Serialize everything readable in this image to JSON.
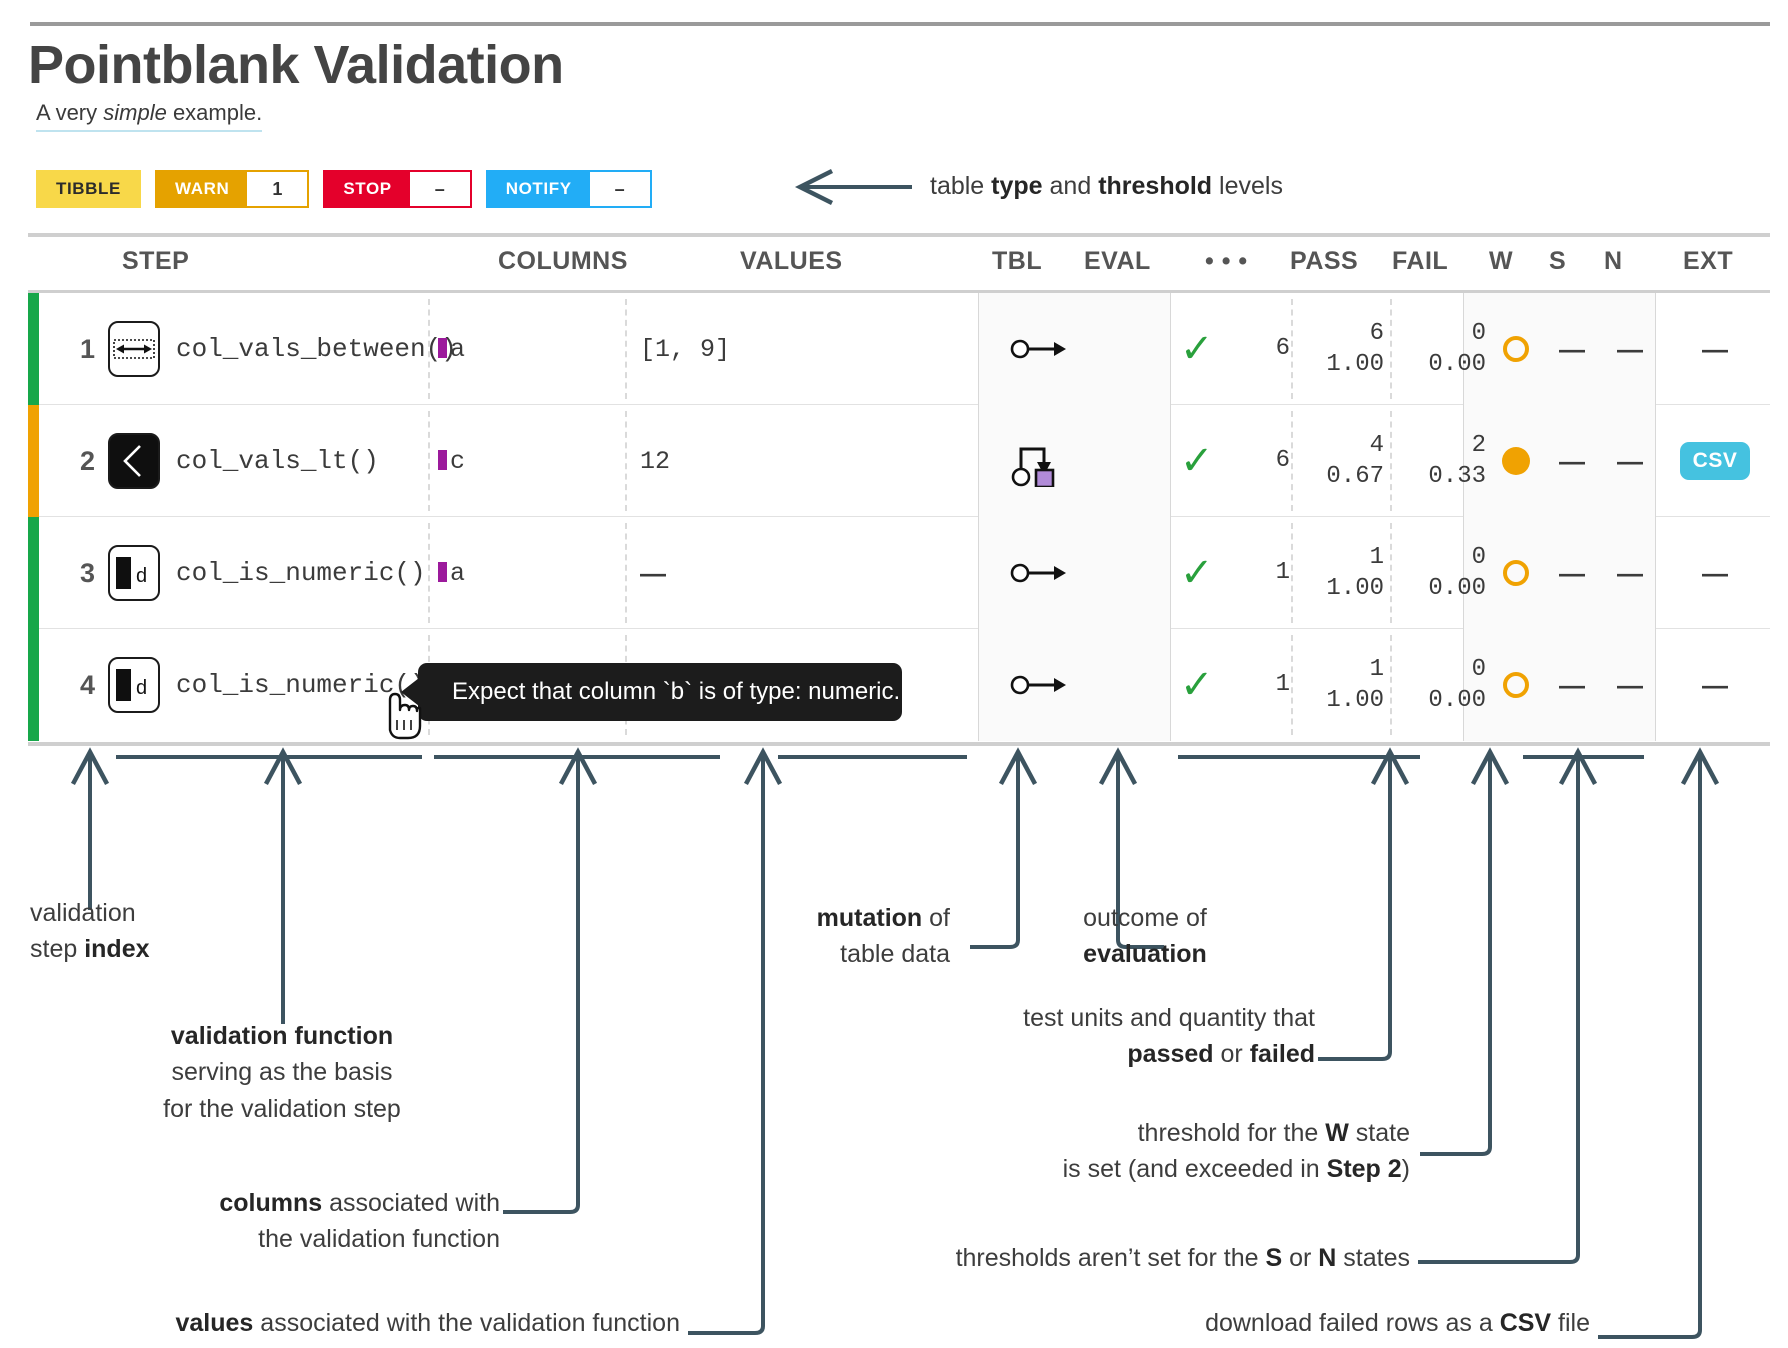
{
  "header": {
    "title": "Pointblank Validation",
    "subtitle_pre": "A very ",
    "subtitle_em": "simple",
    "subtitle_post": " example."
  },
  "badges": [
    {
      "label": "TIBBLE",
      "value": null,
      "name": "tibble"
    },
    {
      "label": "WARN",
      "value": "1",
      "name": "warn"
    },
    {
      "label": "STOP",
      "value": "–",
      "name": "stop"
    },
    {
      "label": "NOTIFY",
      "value": "–",
      "name": "notify"
    }
  ],
  "annotations": {
    "top_right": {
      "pre": "table ",
      "b1": "type",
      "mid": " and ",
      "b2": "threshold",
      "post": " levels"
    },
    "a_index": {
      "l1": "validation",
      "l2_pre": "step ",
      "l2_b": "index"
    },
    "a_fn": {
      "l1": "validation function",
      "l2": "serving as the basis",
      "l3": "for the validation step"
    },
    "a_cols": {
      "l1_b": "columns",
      "l1_post": " associated with",
      "l2": "the validation function"
    },
    "a_vals": {
      "b": "values",
      "post": " associated with the validation function"
    },
    "a_mut": {
      "l1_b": "mutation",
      "l1_post": " of",
      "l2": "table data"
    },
    "a_eval": {
      "l1": "outcome of",
      "l2_b": "evaluation"
    },
    "a_units": {
      "l1": "test units and quantity that",
      "l2_b1": "passed",
      "l2_mid": " or ",
      "l2_b2": "failed"
    },
    "a_w": {
      "l1_pre": "threshold for the ",
      "l1_b": "W",
      "l1_post": " state",
      "l2_pre": "is set (and exceeded in ",
      "l2_b": "Step 2",
      "l2_post": ")"
    },
    "a_sn": {
      "pre": "thresholds aren’t set for the ",
      "b1": "S",
      "mid": " or ",
      "b2": "N",
      "post": " states"
    },
    "a_ext": {
      "pre": "download failed rows as a ",
      "b": "CSV",
      "post": " file"
    }
  },
  "table": {
    "columns": [
      {
        "key": "step",
        "label": "STEP"
      },
      {
        "key": "columns",
        "label": "COLUMNS"
      },
      {
        "key": "values",
        "label": "VALUES"
      },
      {
        "key": "tbl",
        "label": "TBL"
      },
      {
        "key": "eval",
        "label": "EVAL"
      },
      {
        "key": "units",
        "label": "• • •"
      },
      {
        "key": "pass",
        "label": "PASS"
      },
      {
        "key": "fail",
        "label": "FAIL"
      },
      {
        "key": "w",
        "label": "W"
      },
      {
        "key": "s",
        "label": "S"
      },
      {
        "key": "n",
        "label": "N"
      },
      {
        "key": "ext",
        "label": "EXT"
      }
    ],
    "rows": [
      {
        "index": "1",
        "status_color": "#17A74A",
        "icon": "between-icon",
        "icon_glyph": "↔",
        "fn": "col_vals_between()",
        "column": "a",
        "values": "[1, 9]",
        "tbl_icon": "no-mutation-icon",
        "eval": "pass-check",
        "units": "6",
        "pass_n": "6",
        "pass_frac": "1.00",
        "fail_n": "0",
        "fail_frac": "0.00",
        "w": "ring",
        "s": "—",
        "n": "—",
        "ext": "—"
      },
      {
        "index": "2",
        "status_color": "#F0A202",
        "icon": "less-than-icon",
        "icon_glyph": "‹",
        "fn": "col_vals_lt()",
        "column": "c",
        "values": "12",
        "tbl_icon": "mutation-icon",
        "eval": "pass-check",
        "units": "6",
        "pass_n": "4",
        "pass_frac": "0.67",
        "fail_n": "2",
        "fail_frac": "0.33",
        "w": "dot",
        "s": "—",
        "n": "—",
        "ext": "CSV"
      },
      {
        "index": "3",
        "status_color": "#17A74A",
        "icon": "column-type-icon",
        "icon_glyph": "d",
        "fn": "col_is_numeric()",
        "column": "a",
        "values": "—",
        "tbl_icon": "no-mutation-icon",
        "eval": "pass-check",
        "units": "1",
        "pass_n": "1",
        "pass_frac": "1.00",
        "fail_n": "0",
        "fail_frac": "0.00",
        "w": "ring",
        "s": "—",
        "n": "—",
        "ext": "—"
      },
      {
        "index": "4",
        "status_color": "#17A74A",
        "icon": "column-type-icon",
        "icon_glyph": "d",
        "fn": "col_is_numeric()",
        "column": "",
        "values": "",
        "tbl_icon": "no-mutation-icon",
        "eval": "pass-check",
        "units": "1",
        "pass_n": "1",
        "pass_frac": "1.00",
        "fail_n": "0",
        "fail_frac": "0.00",
        "w": "ring",
        "s": "—",
        "n": "—",
        "ext": "—"
      }
    ]
  },
  "tooltip": {
    "text": "Expect that column `b` is of type: numeric."
  },
  "colors": {
    "tibble": "#F8D849",
    "warn": "#E5A200",
    "stop": "#E4002B",
    "notify": "#22ADF6",
    "pass_green": "#17A74A",
    "warn_amber": "#F0A202",
    "csv_blue": "#45C2E0",
    "column_chip": "#9C1A9C",
    "annotation": "#3d5460"
  }
}
